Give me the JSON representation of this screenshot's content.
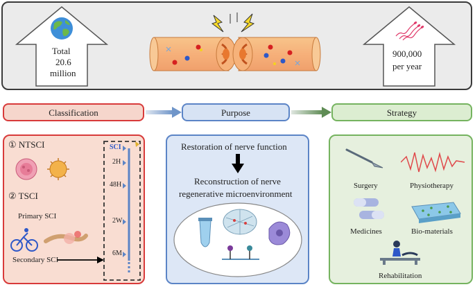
{
  "top": {
    "left_arrow": {
      "line1": "Total",
      "line2": "20.6",
      "line3": "million"
    },
    "right_arrow": {
      "line1": "900,000",
      "line2": "per year"
    }
  },
  "headers": {
    "classification": "Classification",
    "purpose": "Purpose",
    "strategy": "Strategy"
  },
  "classification": {
    "ntsci": "① NTSCI",
    "tsci": "② TSCI",
    "primary": "Primary SCI",
    "secondary": "Secondary SCI",
    "timeline": {
      "title": "SCI",
      "ticks": [
        "2H",
        "48H",
        "2W",
        "6M"
      ]
    }
  },
  "purpose": {
    "line1": "Restoration of nerve function",
    "line2": "Reconstruction of nerve",
    "line3": "regenerative microenvironment"
  },
  "strategy": {
    "surgery": "Surgery",
    "physiotherapy": "Physiotherapy",
    "medicines": "Medicines",
    "biomaterials": "Bio-materials",
    "rehabilitation": "Rehabilitation"
  },
  "colors": {
    "classification_border": "#d83a3a",
    "purpose_border": "#5b84c6",
    "strategy_border": "#75b35f"
  }
}
